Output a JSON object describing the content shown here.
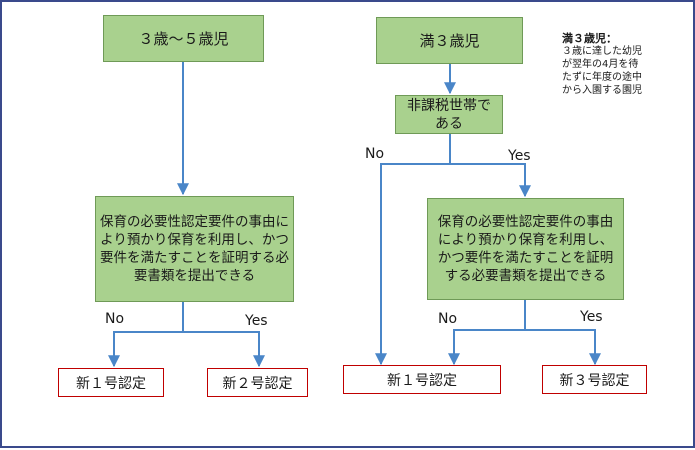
{
  "left": {
    "category": "３歳～５歳児",
    "condition": "保育の必要性認定要件の事由により預かり保育を利用し、かつ要件を満たすことを証明する必要書類を提出できる",
    "no_label": "No",
    "yes_label": "Yes",
    "no_result": "新１号認定",
    "yes_result": "新２号認定"
  },
  "right": {
    "category": "満３歳児",
    "tax_check": "非課税世帯である",
    "no_label": "No",
    "yes_label": "Yes",
    "condition": "保育の必要性認定要件の事由により預かり保育を利用し、かつ要件を満たすことを証明する必要書類を提出できる",
    "inner_no_label": "No",
    "inner_yes_label": "Yes",
    "no_result": "新１号認定",
    "yes_result": "新３号認定"
  },
  "note": {
    "title": "満３歳児：",
    "body": "３歳に達した幼児\nが翌年の4月を待\nたずに年度の途中\nから入園する園児"
  },
  "colors": {
    "box_fill": "#a9d18e",
    "box_border": "#6f9a57",
    "result_border": "#c00000",
    "arrow": "#4a86c8",
    "frame": "#3a4a8c"
  }
}
